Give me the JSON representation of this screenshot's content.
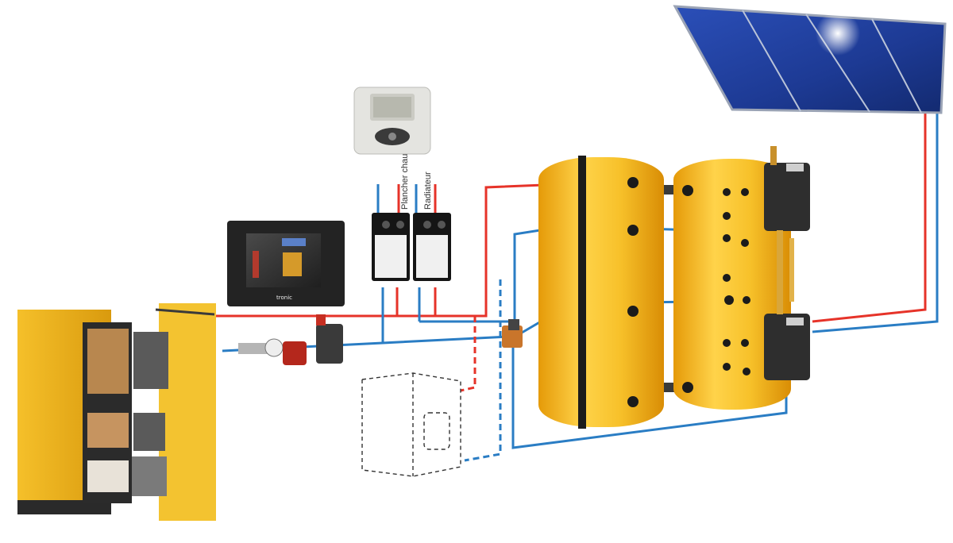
{
  "labels": {
    "floor_heating": "Plancher chauffant",
    "radiator": "Radiateur"
  },
  "touch_panel": {
    "brand": "tronic"
  },
  "colors": {
    "hot_pipe": "#e63329",
    "cold_pipe": "#2a7dc4",
    "tank_yellow": "#f2b416",
    "boiler_yellow": "#f0b21a",
    "panel_dark": "#2b2b2b",
    "solar_blue": "#1e3f9e"
  }
}
